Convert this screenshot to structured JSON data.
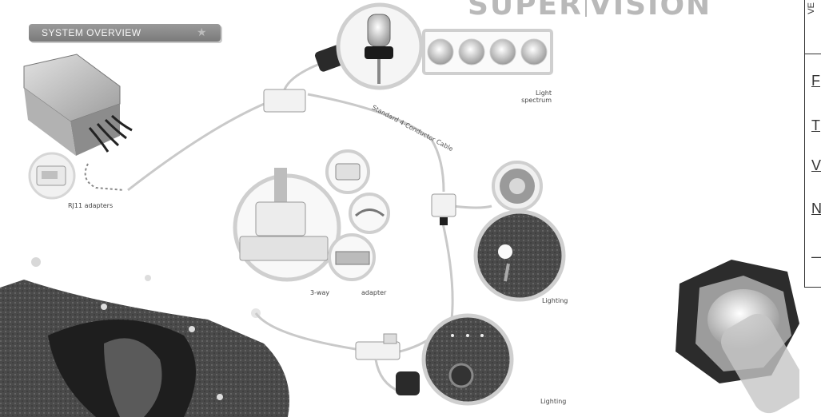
{
  "brand": {
    "left": "SUPER",
    "right": "VISION"
  },
  "section_tab": {
    "label": "SYSTEM OVERVIEW"
  },
  "labels": {
    "light_spectrum_1": "Light",
    "light_spectrum_2": "spectrum",
    "cable": "Standard 4-Conductor Cable",
    "rj11": "RJ11 adapters",
    "three_way_1": "3-way",
    "three_way_2": "adapter",
    "lighting_1": "Lighting",
    "lighting_2": "Lighting"
  },
  "side_panel": {
    "vertical": "VE",
    "letters": [
      "F",
      "T",
      "V",
      "N",
      "—"
    ]
  },
  "colors": {
    "tab": "#8a8a8a",
    "brand": "#b9b9b9"
  }
}
